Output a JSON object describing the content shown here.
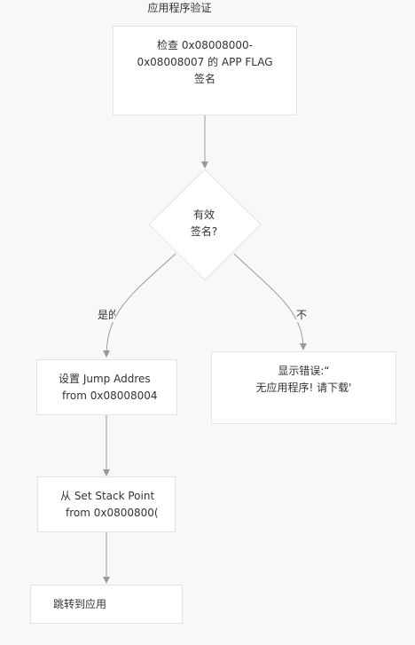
{
  "diagram": {
    "title": "应用程序验证",
    "nodes": {
      "check": [
        "检查 0x08008000-",
        "0x08008007 的 APP FLAG",
        "签名"
      ],
      "decision": [
        "有效",
        "签名?"
      ],
      "set_jump": [
        "设置 Jump Addres",
        "from 0x08008004"
      ],
      "set_stack": [
        "从 Set Stack Point",
        "from 0x0800800("
      ],
      "jump": [
        "跳转到应用"
      ],
      "error": [
        "显示错误:“",
        "无应用程序! 请下载'"
      ]
    },
    "edge_labels": {
      "yes": "是的",
      "no": "不"
    },
    "colors": {
      "background": "#f8f8f8",
      "node_fill": "#ffffff",
      "node_border": "#e3e3e3",
      "edge": "#9a9a9a",
      "text": "#333333"
    }
  }
}
